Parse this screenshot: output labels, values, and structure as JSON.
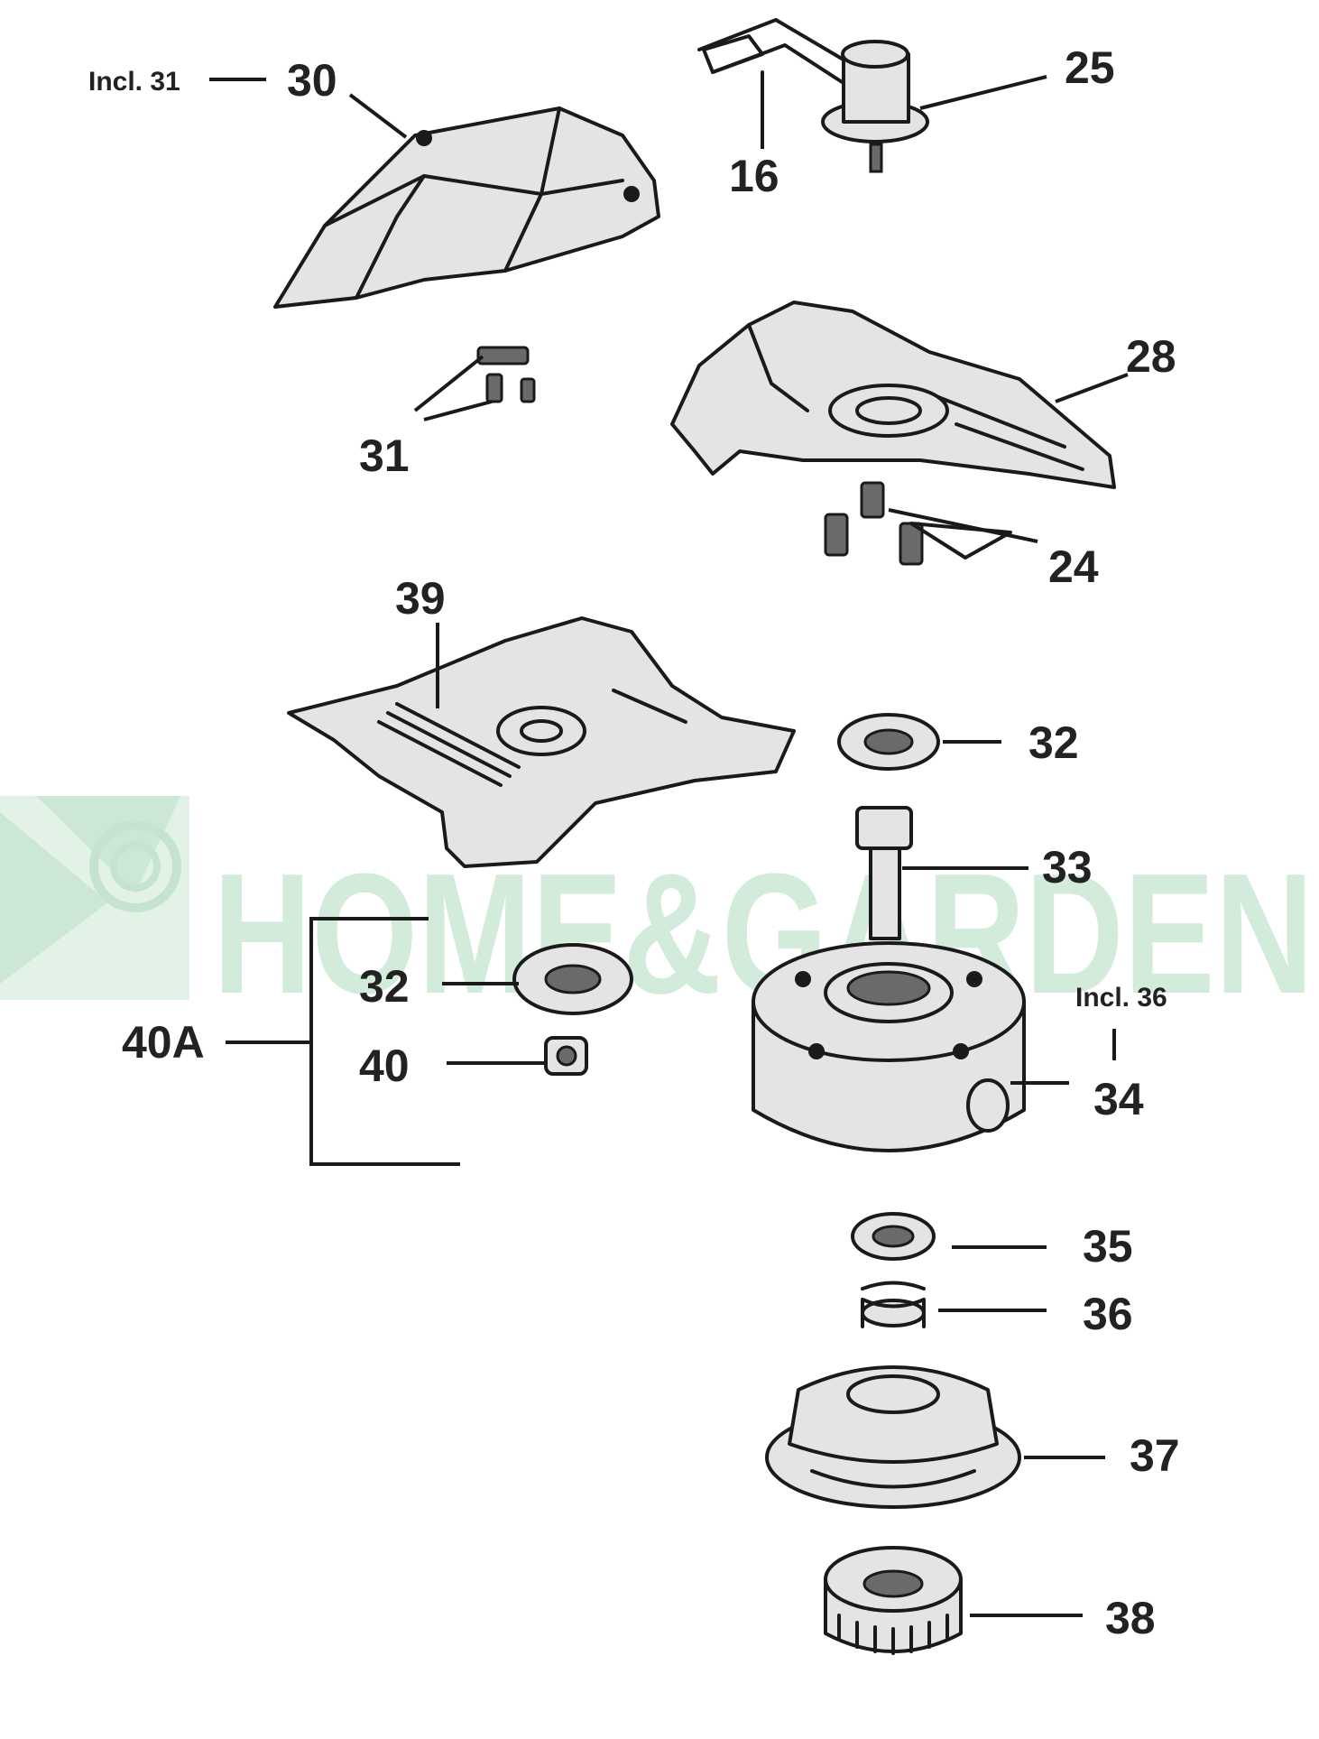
{
  "colors": {
    "ink": "#1a1a1a",
    "part_fill": "#e4e4e4",
    "watermark": "#cfe9d8"
  },
  "watermark": {
    "text": "HOME&GARDEN",
    "icon": "spiral-leaf-logo-icon"
  },
  "callouts": {
    "c30_note": "Incl. 31",
    "c30": "30",
    "c25": "25",
    "c16": "16",
    "c31": "31",
    "c28": "28",
    "c24": "24",
    "c39": "39",
    "c32_top": "32",
    "c33": "33",
    "c32_left": "32",
    "c40a": "40A",
    "c40": "40",
    "c34_note": "Incl. 36",
    "c34": "34",
    "c35": "35",
    "c36": "36",
    "c37": "37",
    "c38": "38"
  }
}
